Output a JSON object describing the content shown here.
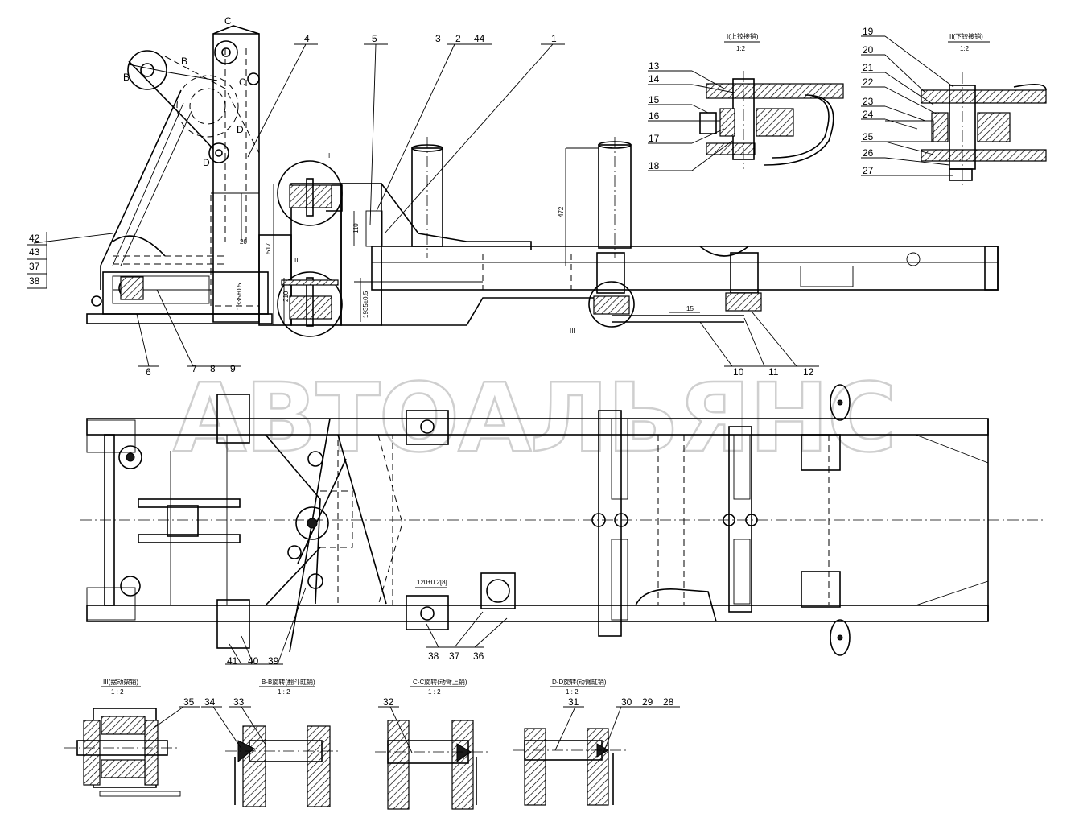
{
  "watermark": "АВТОАЛЬЯНС",
  "part_numbers": {
    "n1": "1",
    "n2": "2",
    "n3": "3",
    "n4": "4",
    "n5": "5",
    "n6": "6",
    "n7": "7",
    "n8": "8",
    "n9": "9",
    "n10": "10",
    "n11": "11",
    "n12": "12",
    "n13": "13",
    "n14": "14",
    "n15": "15",
    "n16": "16",
    "n17": "17",
    "n18": "18",
    "n19": "19",
    "n20": "20",
    "n21": "21",
    "n22": "22",
    "n23": "23",
    "n24": "24",
    "n25": "25",
    "n26": "26",
    "n27": "27",
    "n28": "28",
    "n29": "29",
    "n30": "30",
    "n31": "31",
    "n32": "32",
    "n33": "33",
    "n34": "34",
    "n35": "35",
    "n36": "36",
    "n37": "37",
    "n38": "38",
    "n39": "39",
    "n40": "40",
    "n41": "41",
    "n42": "42",
    "n43": "43",
    "n44": "44"
  },
  "detail_titles": {
    "detail_i": "I(上铰接销)",
    "detail_ii": "II(下铰接销)",
    "detail_iii": "III(摆动架销)",
    "section_bb": "B-B旋转(翻斗缸销)",
    "section_cc": "C-C旋转(动臂上销)",
    "section_dd": "D-D旋转(动臂缸销)",
    "scale_short": "1:2",
    "scale_long": "1 : 2"
  },
  "dimensions": {
    "d472": "472",
    "d517": "517",
    "d110": "110",
    "d20": "20",
    "d210": "210",
    "d15": "15",
    "d1335": "1335±0.5",
    "d1935": "1935±0.5",
    "d120": "120±0.2[8]"
  },
  "section_markers": {
    "B": "B",
    "C": "C",
    "D": "D",
    "I": "I",
    "II": "II",
    "III": "III"
  }
}
